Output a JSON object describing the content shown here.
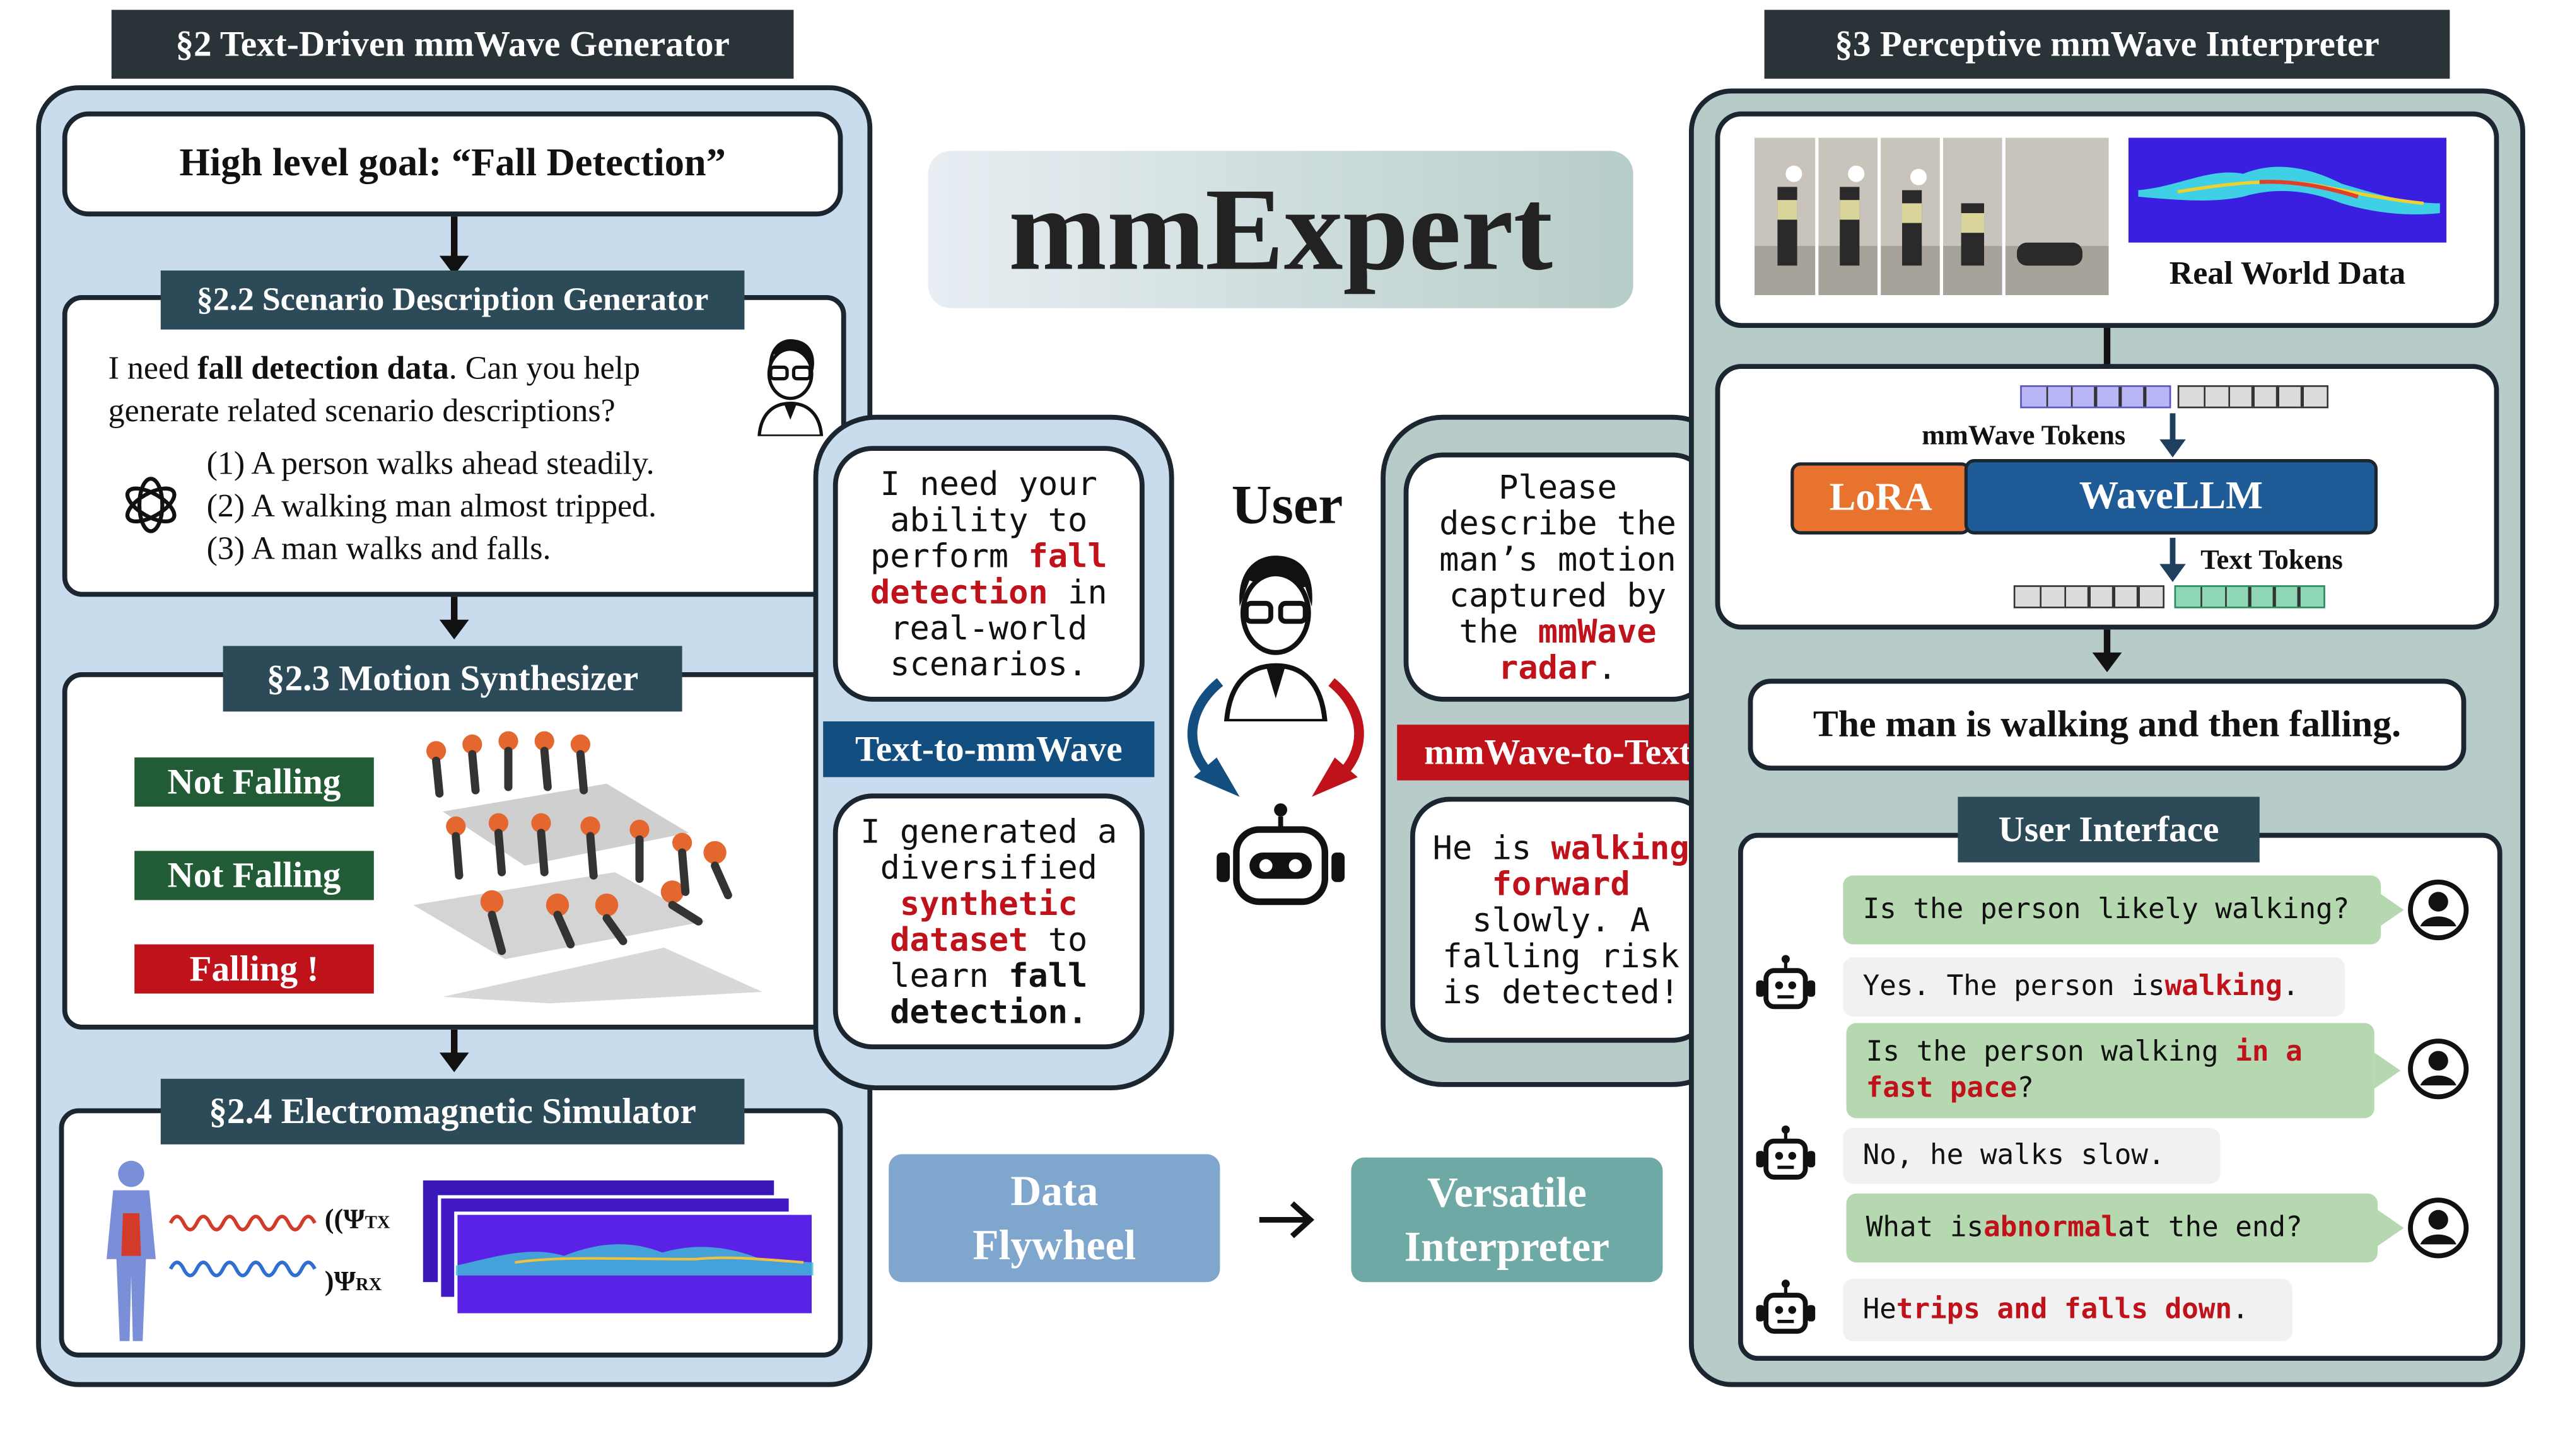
{
  "title": "mmExpert",
  "left": {
    "header": "§2 Text-Driven mmWave Generator",
    "goal": "High level goal: “Fall Detection”",
    "scenario": {
      "tab": "§2.2 Scenario Description Generator",
      "prompt_pre": "I need ",
      "prompt_bold": "fall detection data",
      "prompt_post": ". Can you help",
      "prompt_line2": "generate related scenario descriptions?",
      "items": [
        "(1) A person walks ahead steadily.",
        "(2) A walking man almost tripped.",
        "(3) A man walks and falls."
      ]
    },
    "motion": {
      "tab": "§2.3 Motion Synthesizer",
      "labels": [
        "Not Falling",
        "Not Falling",
        "Falling !"
      ],
      "colors": {
        "not_falling": "#225c36",
        "falling": "#c0121b"
      }
    },
    "em": {
      "tab": "§2.4 Electromagnetic Simulator",
      "tx": "TX",
      "rx": "RX"
    }
  },
  "center": {
    "user_label": "User",
    "bubble_tl": {
      "l1": "I need your",
      "l2": "ability to",
      "l3a": "perform ",
      "l3b": "fall",
      "l4a": "detection",
      "l4b": " in",
      "l5": "real-world",
      "l6": "scenarios."
    },
    "bubble_bl": {
      "l1": "I generated a",
      "l2": "diversified",
      "l3": "synthetic",
      "l4a": "dataset",
      "l4b": " to",
      "l5a": "learn ",
      "l5b": "fall",
      "l6": "detection."
    },
    "bubble_tr": {
      "l1": "Please",
      "l2": "describe the",
      "l3": "man’s motion",
      "l4": "captured by",
      "l5a": "the ",
      "l5b": "mmWave",
      "l6a": "radar",
      "l6b": "."
    },
    "bubble_br": {
      "l1a": "He is ",
      "l1b": "walking",
      "l2": "forward",
      "l3": "slowly. A",
      "l4": "falling risk",
      "l5": "is detected!"
    },
    "tag_left": "Text-to-mmWave",
    "tag_right": "mmWave-to-Text",
    "flywheel_l1": "Data",
    "flywheel_l2": "Flywheel",
    "interp_l1": "Versatile",
    "interp_l2": "Interpreter",
    "colors": {
      "text_to_mmwave": "#134e80",
      "mmwave_to_text": "#c0121b",
      "flywheel": "#7fa6cc",
      "interpreter": "#6fa9a5"
    }
  },
  "right": {
    "header": "§3 Perceptive mmWave Interpreter",
    "real_world": "Real World Data",
    "mmwave_tokens": "mmWave Tokens",
    "lora": "LoRA",
    "wavellm": "WaveLLM",
    "text_tokens": "Text Tokens",
    "output": "The man is walking and then falling.",
    "ui_tab": "User Interface",
    "chat": [
      {
        "role": "user",
        "parts": [
          "Is the person likely walking?"
        ]
      },
      {
        "role": "bot",
        "parts": [
          "Yes. The person is ",
          "walking",
          "."
        ]
      },
      {
        "role": "user",
        "parts": [
          "Is the person walking ",
          "in a",
          "fast pace",
          "?"
        ]
      },
      {
        "role": "bot",
        "parts": [
          "No, he walks slow."
        ]
      },
      {
        "role": "user",
        "parts": [
          "What is ",
          "abnormal",
          " at the end?"
        ]
      },
      {
        "role": "bot",
        "parts": [
          "He ",
          "trips and falls down",
          "."
        ]
      }
    ],
    "colors": {
      "lora": "#e8732e",
      "wavellm": "#1f5c97",
      "mm_token": "#b9b6f5",
      "text_token": "#8fd6b4"
    }
  }
}
